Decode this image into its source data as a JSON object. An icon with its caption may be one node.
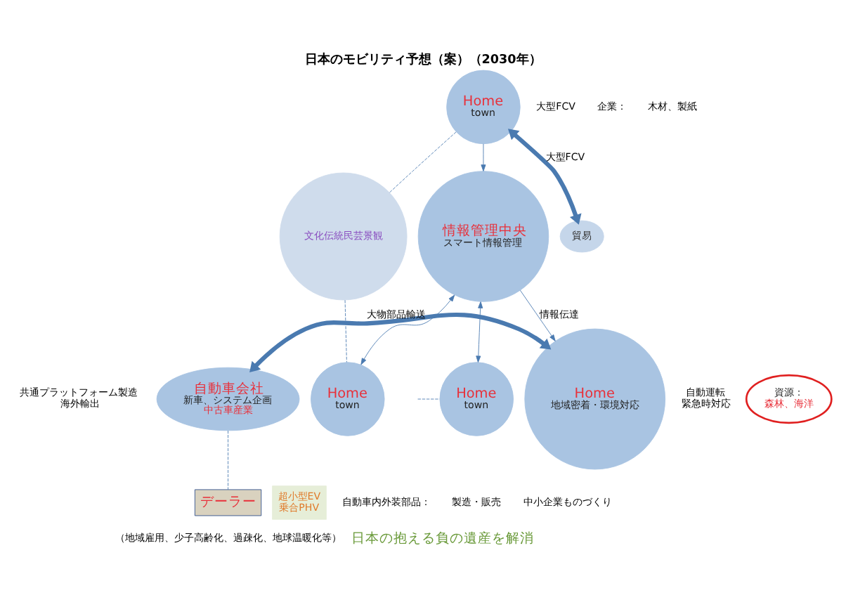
{
  "diagram": {
    "title": "日本のモビリティ予想（案）（2030年）",
    "caption": "日本の抱える負の遺産を解消",
    "nodes": [
      {
        "text": [
          "自動車会社",
          "新車、システム企画",
          "中古車産業"
        ],
        "beside": [
          "共通プラットフォーム製造",
          "海外輸出"
        ]
      },
      {
        "text": [
          "Home",
          "town"
        ]
      },
      {
        "text": [
          "貿易"
        ]
      },
      {
        "text": [
          "Home",
          "地域密着・環境対応"
        ],
        "beside": [
          "自動運転",
          "緊急時対応"
        ]
      },
      {
        "text": [
          "資源：",
          "森林、海洋"
        ]
      },
      {
        "text": [
          "文化伝統民芸景観"
        ]
      },
      {
        "text": [
          "超小型EV",
          "乗合PHV"
        ]
      },
      {
        "text": [
          "デーラー"
        ]
      },
      {
        "text": [
          "情報管理中央",
          "スマート情報管理"
        ]
      },
      {
        "text": [
          "Home",
          "town"
        ]
      },
      {
        "text": [
          "Home",
          "town"
        ]
      }
    ],
    "edges": [
      {
        "from": 0,
        "to": 3,
        "arrow": "both",
        "label": "大物部品輸送",
        "style": "thick"
      },
      {
        "from": 1,
        "to": 2,
        "arrow": "both",
        "label": "大型FCV",
        "style": "thick"
      },
      {
        "from": 0,
        "to": 7,
        "arrow": "none",
        "style": "dashed"
      },
      {
        "from": 1,
        "to": 5,
        "arrow": "none",
        "style": "dashed"
      },
      {
        "from": 1,
        "to": 8,
        "arrow": "to"
      },
      {
        "from": 8,
        "to": 3,
        "arrow": "to",
        "label": "情報伝達"
      },
      {
        "from": 5,
        "to": 9,
        "arrow": "none",
        "style": "dashed"
      },
      {
        "from": 8,
        "to": 9,
        "arrow": "both"
      },
      {
        "from": 8,
        "to": 10,
        "arrow": "both"
      },
      {
        "from": null,
        "to": 10,
        "arrow": "none",
        "style": "dashed"
      }
    ],
    "labels": [
      "大型FCV",
      "企業：",
      "木材、製紙",
      "自動車内外装部品：",
      "製造・販売",
      "中小企業ものづくり",
      "（地域雇用、少子高齢化、過疎化、地球温暖化等）"
    ]
  }
}
